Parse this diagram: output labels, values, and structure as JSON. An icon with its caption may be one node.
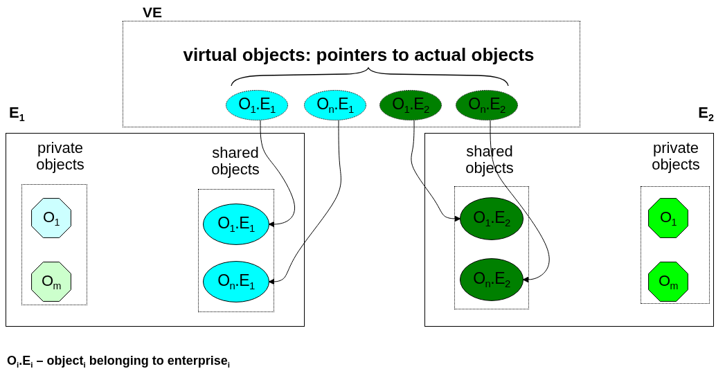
{
  "diagram": {
    "caption": "O$_{i}$.E$_{i}$ – object$_{i}$ belonging to enterprise$_{i}$",
    "nodes": [
      {
        "text": [
          "VE",
          "virtual objects: pointers to actual objects"
        ]
      },
      {
        "text": [
          "O$_{1}$.E$_{1}$"
        ],
        "in": 0
      },
      {
        "text": [
          "O$_{n}$.E$_{1}$"
        ],
        "in": 0
      },
      {
        "text": [
          "O$_{1}$.E$_{2}$"
        ],
        "in": 0
      },
      {
        "text": [
          "O$_{n}$.E$_{2}$"
        ],
        "in": 0
      },
      {
        "text": [
          "E$_{1}$"
        ]
      },
      {
        "text": [
          "private objects"
        ],
        "in": 5
      },
      {
        "text": [
          "O$_{1}$"
        ],
        "in": 6
      },
      {
        "text": [
          "O$_{m}$"
        ],
        "in": 6
      },
      {
        "text": [
          "shared objects"
        ],
        "in": 5
      },
      {
        "text": [
          "O$_{1}$.E$_{1}$"
        ],
        "in": 9
      },
      {
        "text": [
          "O$_{n}$.E$_{1}$"
        ],
        "in": 9
      },
      {
        "text": [
          "E$_{2}$"
        ]
      },
      {
        "text": [
          "shared objects"
        ],
        "in": 12
      },
      {
        "text": [
          "O$_{1}$.E$_{2}$"
        ],
        "in": 13
      },
      {
        "text": [
          "O$_{n}$.E$_{2}$"
        ],
        "in": 13
      },
      {
        "text": [
          "private objects"
        ],
        "in": 12
      },
      {
        "text": [
          "O$_{1}$"
        ],
        "in": 16
      },
      {
        "text": [
          "O$_{m}$"
        ],
        "in": 16
      }
    ],
    "edges": [
      {
        "from": 1,
        "to": 10,
        "arrow": "to"
      },
      {
        "from": 2,
        "to": 11,
        "arrow": "to"
      },
      {
        "from": 3,
        "to": 14,
        "arrow": "to"
      },
      {
        "from": 4,
        "to": 15,
        "arrow": "to"
      }
    ]
  }
}
